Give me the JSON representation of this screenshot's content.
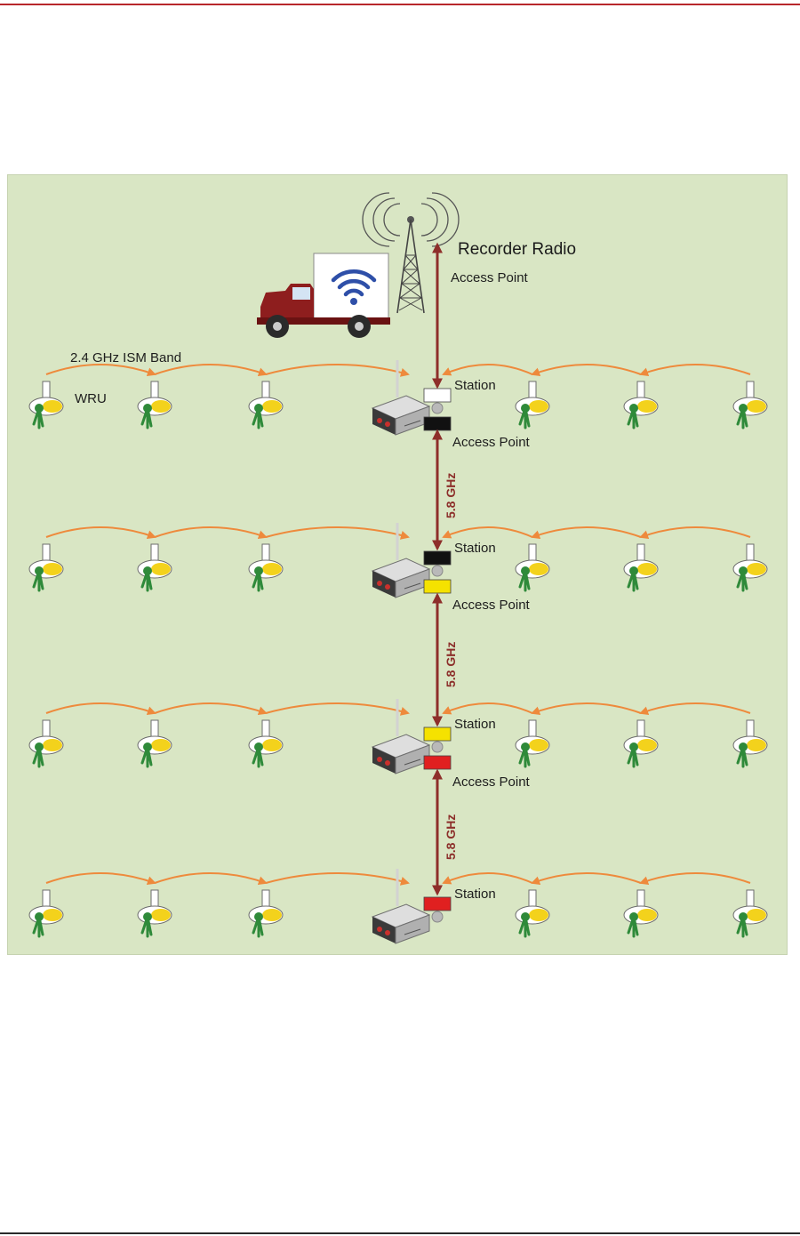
{
  "labels": {
    "recorder_radio": "Recorder Radio",
    "access_point": "Access Point",
    "station": "Station",
    "band_24": "2.4 GHz ISM Band",
    "wru": "WRU",
    "band_58": "5.8 GHz"
  },
  "rows": [
    {
      "station_color": "#ffffff",
      "ap_color": "#111111"
    },
    {
      "station_color": "#111111",
      "ap_color": "#f5e200"
    },
    {
      "station_color": "#f5e200",
      "ap_color": "#e02020"
    },
    {
      "station_color": "#e02020"
    }
  ],
  "colors": {
    "link_arrow": "#8e2e2a",
    "mesh_arrow": "#ee8a3c",
    "truck_cab": "#8e1e1e",
    "wifi_symbol": "#2e4fa8"
  },
  "icons": [
    "truck-icon",
    "wifi-icon",
    "radio-tower-icon",
    "wru-sensor-icon",
    "radio-node-icon"
  ]
}
